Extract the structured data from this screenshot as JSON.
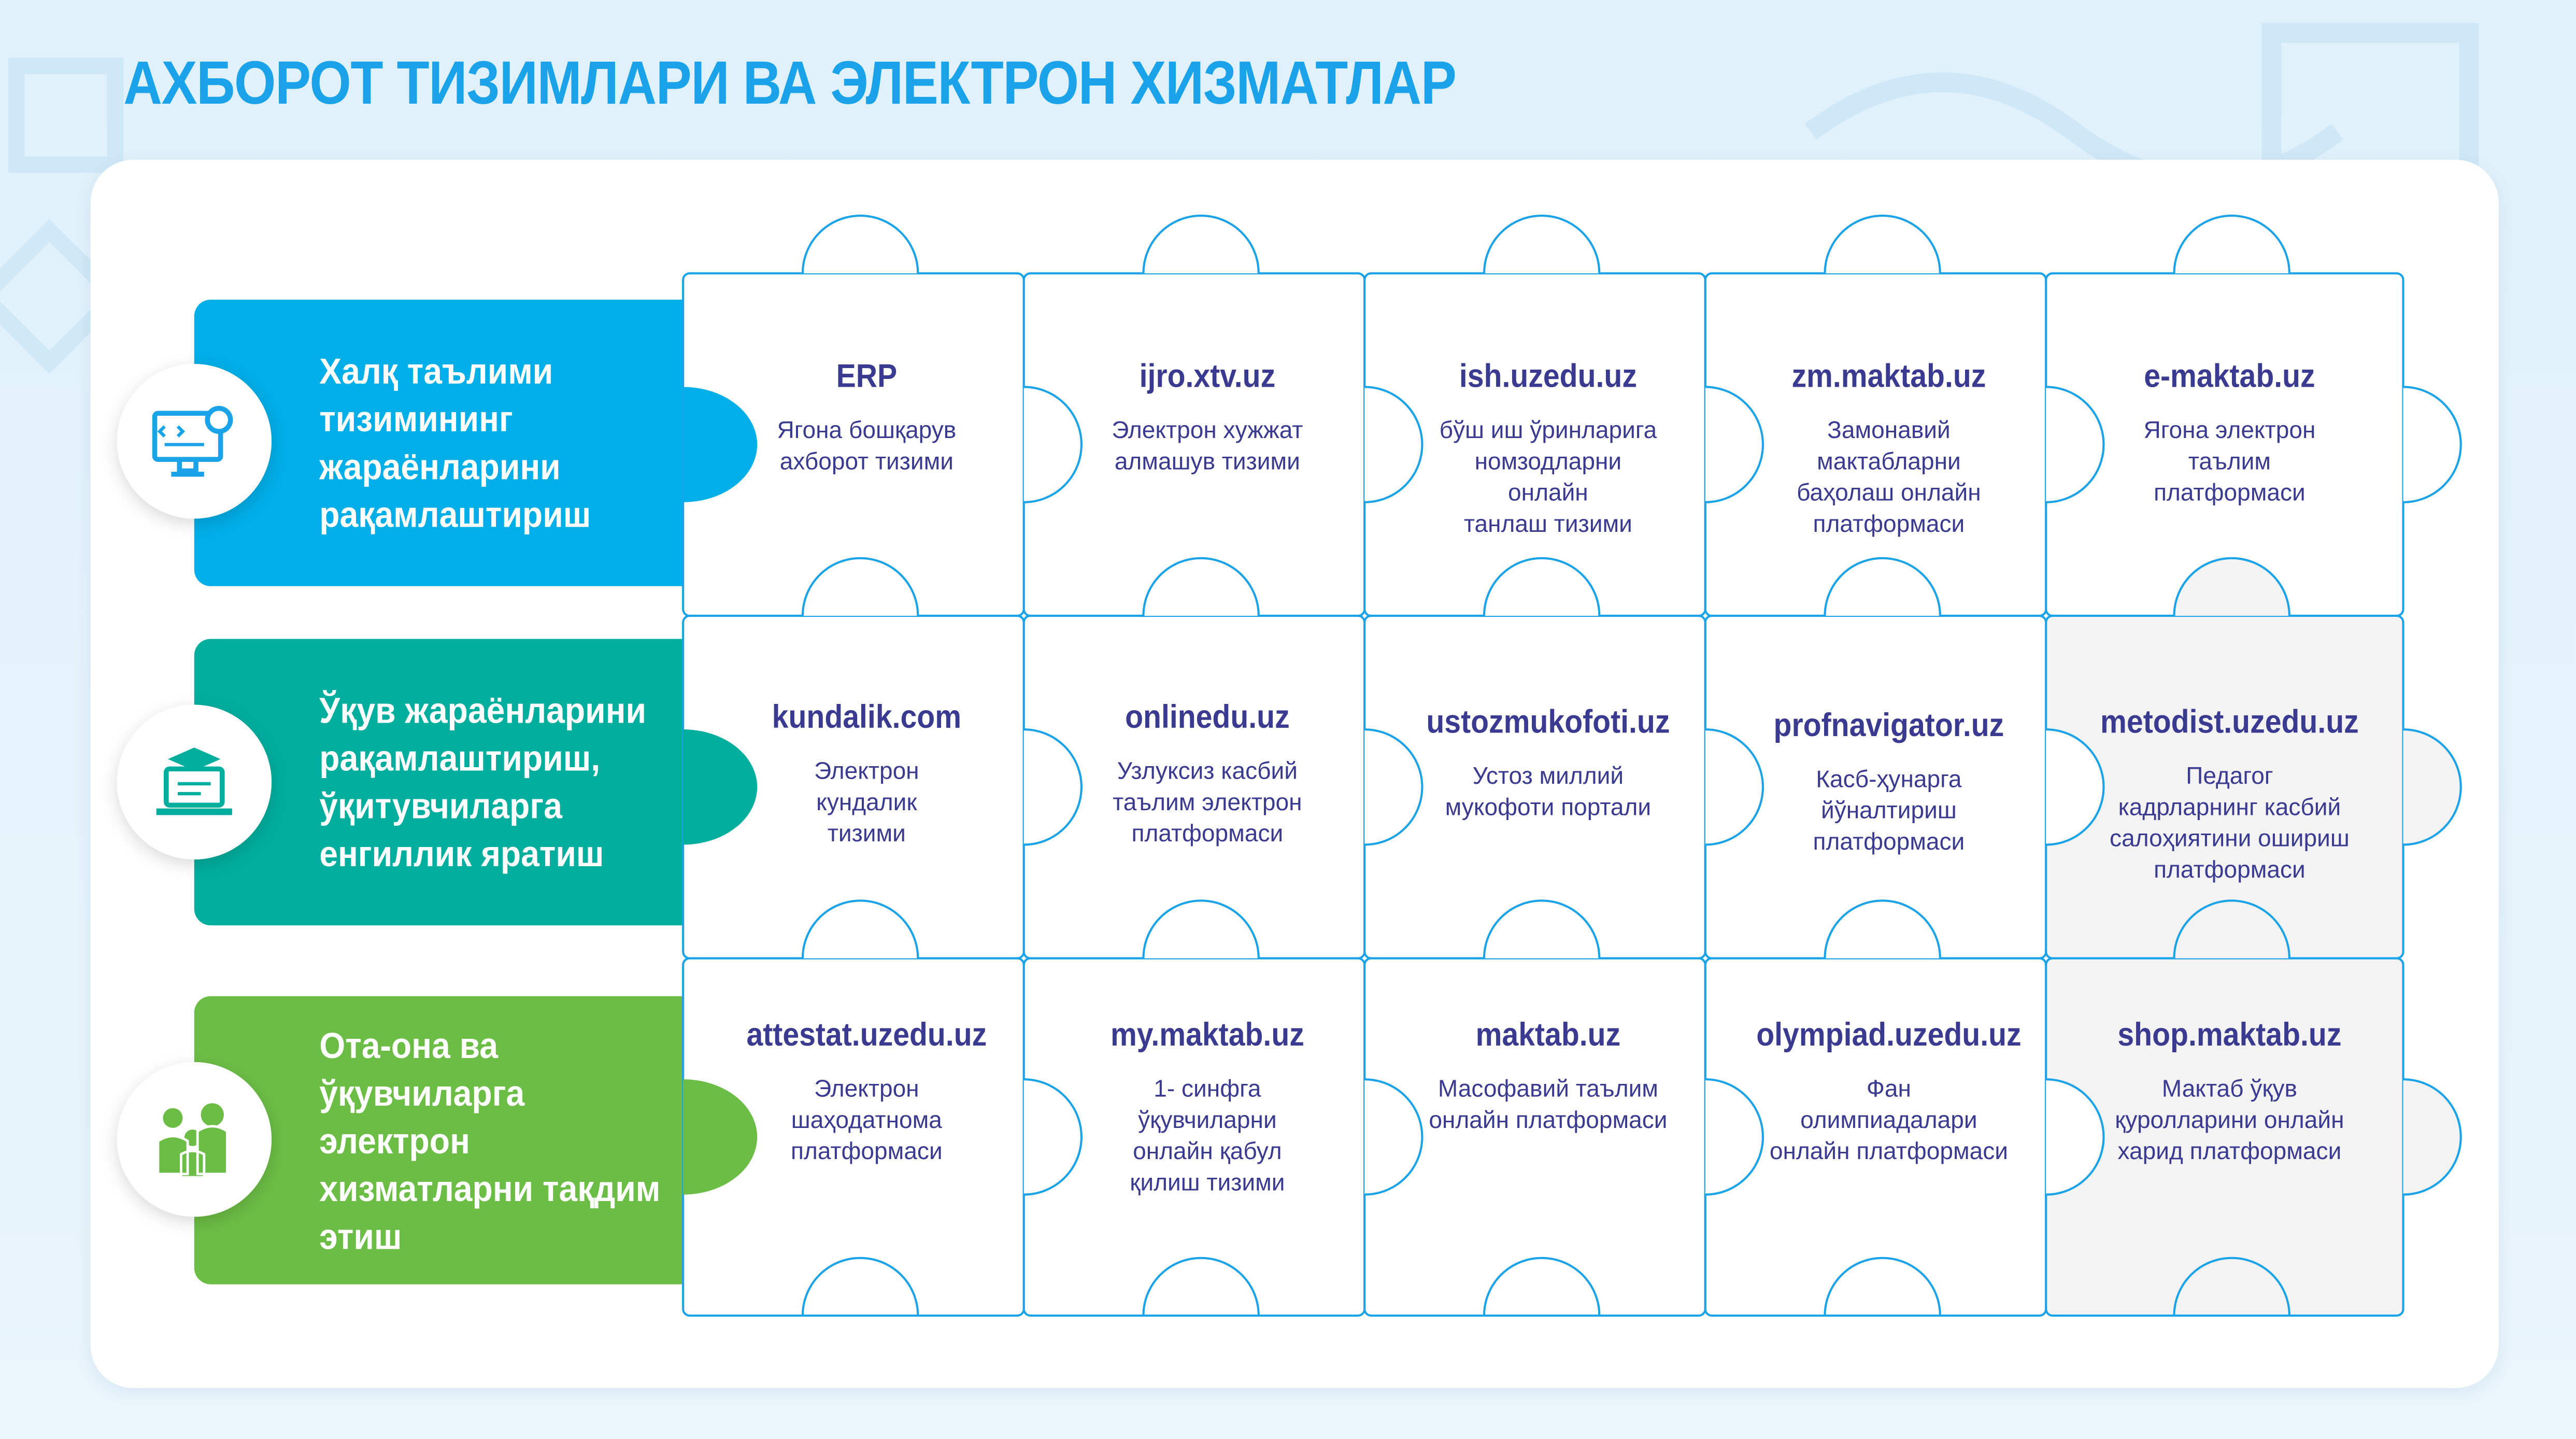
{
  "title": "АХБОРОТ ТИЗИМЛАРИ ВА ЭЛЕКТРОН ХИЗМАТЛАР",
  "colors": {
    "accent": "#1aa3e8",
    "band1": "#00aee8",
    "band2": "#00ae9e",
    "band3": "#6cbd45",
    "text": "#3b3a91"
  },
  "rows": [
    {
      "label": "Халқ таълими тизимининг жараёнларини рақамлаштириш",
      "icon": "computer-settings-icon",
      "items": [
        {
          "title": "ERP",
          "desc": "Ягона бошқарув\nахборот тизими"
        },
        {
          "title": "ijro.xtv.uz",
          "desc": "Электрон хужжат\nалмашув тизими"
        },
        {
          "title": "ish.uzedu.uz",
          "desc": "бўш иш ўринларига\nномзодларни\nонлайн\nтанлаш тизими"
        },
        {
          "title": "zm.maktab.uz",
          "desc": "Замонавий\nмактабларни\nбаҳолаш онлайн\nплатформаси"
        },
        {
          "title": "e-maktab.uz",
          "desc": "Ягона электрон\nтаълим\nплатформаси"
        }
      ]
    },
    {
      "label": "Ўқув жараёнларини рақамлаштириш, ўқитувчиларга енгиллик яратиш",
      "icon": "graduation-laptop-icon",
      "items": [
        {
          "title": "kundalik.com",
          "desc": "Электрон\nкундалик\nтизими"
        },
        {
          "title": "onlinedu.uz",
          "desc": "Узлуксиз касбий\nтаълим электрон\nплатформаси"
        },
        {
          "title": "ustozmukofoti.uz",
          "desc": "Устоз миллий\nмукофоти портали"
        },
        {
          "title": "profnavigator.uz",
          "desc": "Касб-ҳунарга\nйўналтириш\nплатформаси"
        },
        {
          "title": "metodist.uzedu.uz",
          "desc": "Педагог\nкадрларнинг касбий\nсалоҳиятини ошириш\nплатформаси"
        }
      ]
    },
    {
      "label": "Ота-она ва ўқувчиларга электрон хизматларни тақдим этиш",
      "icon": "family-icon",
      "items": [
        {
          "title": "attestat.uzedu.uz",
          "desc": "Электрон\nшаҳодатнома\nплатформаси"
        },
        {
          "title": "my.maktab.uz",
          "desc": "1- синфга\nўқувчиларни\nонлайн қабул\nқилиш тизими"
        },
        {
          "title": "maktab.uz",
          "desc": "Масофавий таълим\nонлайн платформаси"
        },
        {
          "title": "olympiad.uzedu.uz",
          "desc": "Фан\nолимпиадалари\nонлайн платформаси"
        },
        {
          "title": "shop.maktab.uz",
          "desc": "Мактаб ўқув\nқуролларини онлайн\nхарид платформаси"
        }
      ]
    }
  ]
}
